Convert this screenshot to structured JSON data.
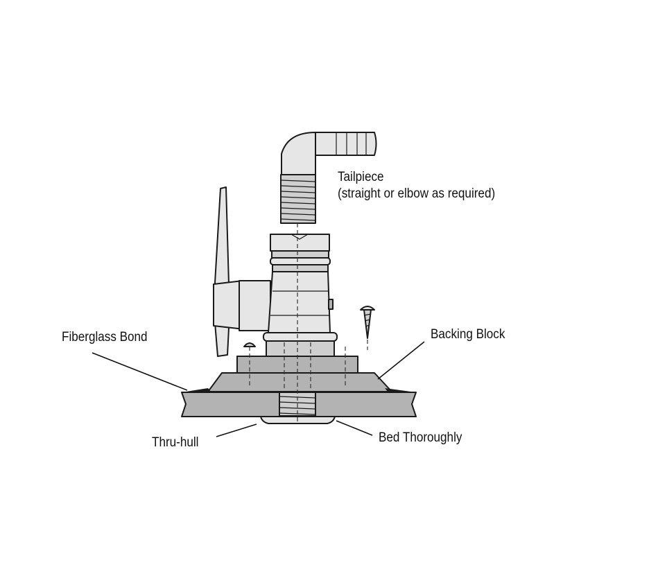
{
  "labels": {
    "tailpiece_line1": "Tailpiece",
    "tailpiece_line2": "(straight or elbow as required)",
    "fiberglass_bond": "Fiberglass Bond",
    "backing_block": "Backing Block",
    "thru_hull": "Thru-hull",
    "bed_thoroughly": "Bed Thoroughly"
  },
  "colors": {
    "part_fill": "#e6e6e6",
    "part_shade": "#b3b3b3",
    "outline": "#1a1a1a",
    "text": "#111111"
  }
}
